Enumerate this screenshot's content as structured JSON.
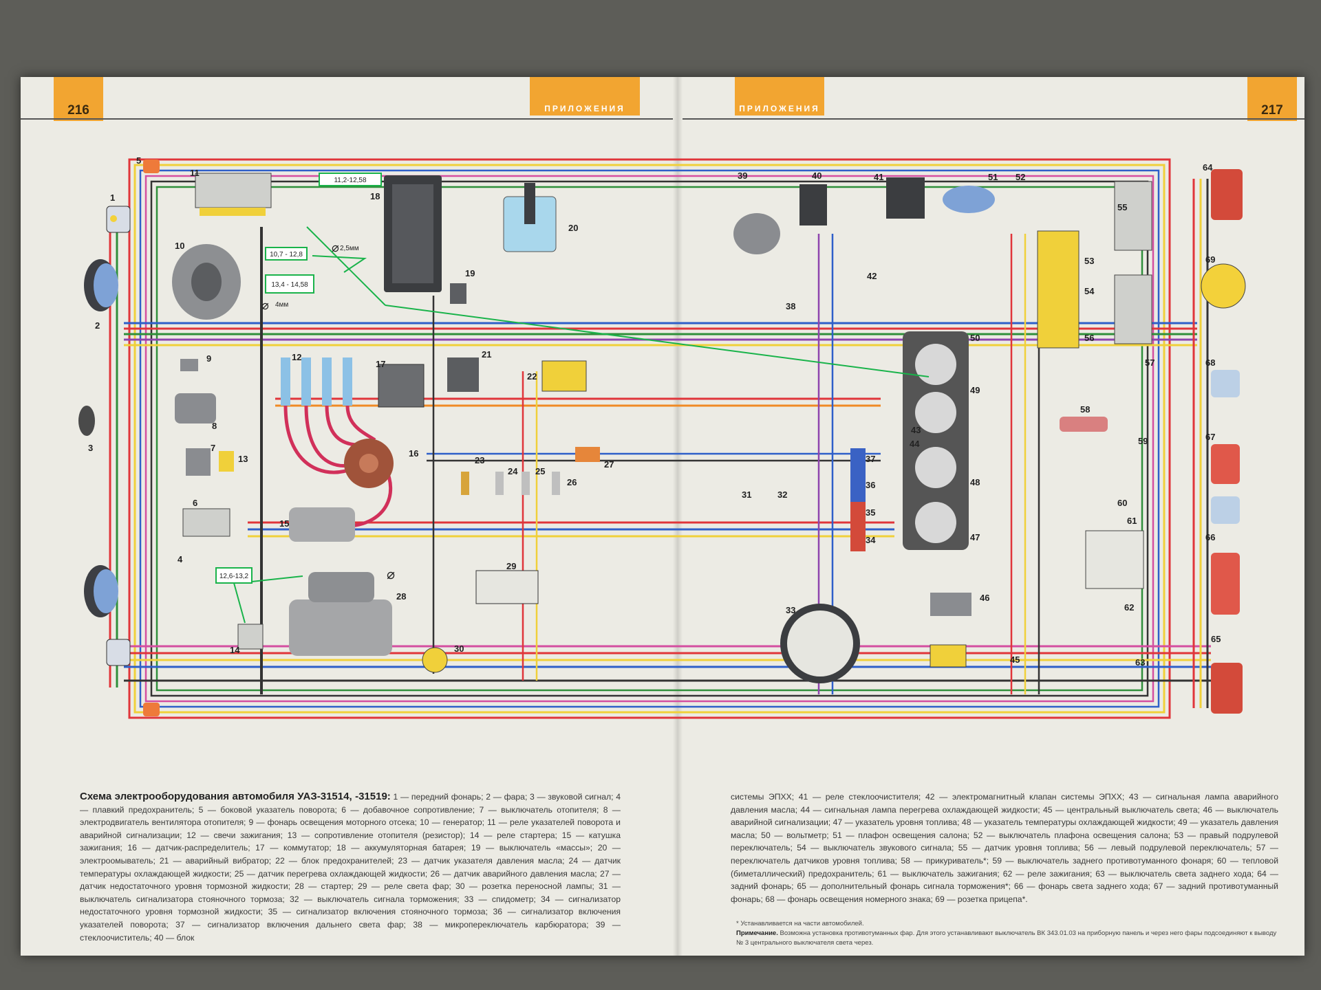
{
  "page": {
    "left_number": "216",
    "right_number": "217",
    "section_left": "ПРИЛОЖЕНИЯ",
    "section_right": "ПРИЛОЖЕНИЯ"
  },
  "annotations": [
    {
      "id": "ann-battery-voltage",
      "text": "11,2-12,58"
    },
    {
      "id": "ann-generator-voltage-1",
      "text": "10,7 - 12,8"
    },
    {
      "id": "ann-generator-voltage-2",
      "text": "13,4 - 14,58"
    },
    {
      "id": "ann-starter-voltage",
      "text": "12,6-13,2"
    },
    {
      "id": "ann-wire-25",
      "text": "2,5мм"
    },
    {
      "id": "ann-wire-4",
      "text": "4мм"
    }
  ],
  "component_numbers": [
    "1",
    "2",
    "3",
    "4",
    "5",
    "6",
    "7",
    "8",
    "9",
    "10",
    "11",
    "12",
    "13",
    "14",
    "15",
    "16",
    "17",
    "18",
    "19",
    "20",
    "21",
    "22",
    "23",
    "24",
    "25",
    "26",
    "27",
    "28",
    "29",
    "30",
    "31",
    "32",
    "33",
    "34",
    "35",
    "36",
    "37",
    "38",
    "39",
    "40",
    "41",
    "42",
    "43",
    "44",
    "45",
    "46",
    "47",
    "48",
    "49",
    "50",
    "51",
    "52",
    "53",
    "54",
    "55",
    "56",
    "57",
    "58",
    "59",
    "60",
    "61",
    "62",
    "63",
    "64",
    "65",
    "66",
    "67",
    "68",
    "69"
  ],
  "caption": {
    "title": "Схема электрооборудования автомобиля УАЗ-31514, -31519:",
    "left_text": "1 — передний фонарь; 2 — фара; 3 — звуковой сигнал; 4 — плавкий предохранитель; 5 — боковой указатель поворота; 6 — добавочное сопротивление; 7 — выключатель отопителя; 8 — электродвигатель вентилятора отопителя; 9 — фонарь освещения моторного отсека; 10 — генератор; 11 — реле указателей поворота и аварийной сигнализации; 12 — свечи зажигания; 13 — сопротивление отопителя (резистор); 14 — реле стартера; 15 — катушка зажигания; 16 — датчик-распределитель; 17 — коммутатор; 18 — аккумуляторная батарея; 19 — выключатель «массы»; 20 — электроомыватель; 21 — аварийный вибратор; 22 — блок предохранителей; 23 — датчик указателя давления масла; 24 — датчик температуры охлаждающей жидкости; 25 — датчик перегрева охлаждающей жидкости; 26 — датчик аварийного давления масла; 27 — датчик недостаточного уровня тормозной жидкости; 28 — стартер; 29 — реле света фар; 30 — розетка переносной лампы; 31 — выключатель сигнализатора стояночного тормоза; 32 — выключатель сигнала торможения; 33 — спидометр; 34 — сигнализатор недостаточного уровня тормозной жидкости; 35 — сигнализатор включения стояночного тормоза; 36 — сигнализатор включения указателей поворота; 37 — сигнализатор включения дальнего света фар; 38 — микропереключатель карбюратора; 39 — стеклоочиститель; 40 — блок",
    "right_text": "системы ЭПХХ; 41 — реле стеклоочистителя; 42 — электромагнитный клапан системы ЭПХХ; 43 — сигнальная лампа аварийного давления масла; 44 — сигнальная лампа перегрева охлаждающей жидкости; 45 — центральный выключатель света; 46 — выключатель аварийной сигнализации; 47 — указатель уровня топлива; 48 — указатель температуры охлаждающей жидкости; 49 — указатель давления масла; 50 — вольтметр; 51 — плафон освещения салона; 52 — выключатель плафона освещения салона; 53 — правый подрулевой переключатель; 54 — выключатель звукового сигнала; 55 — датчик уровня топлива; 56 — левый подрулевой переключатель; 57 — переключатель датчиков уровня топлива; 58 — прикуриватель*; 59 — выключатель заднего противотуманного фонаря; 60 — тепловой (биметаллический) предохранитель; 61 — выключатель зажигания; 62 — реле зажигания; 63 — выключатель света заднего хода; 64 — задний фонарь; 65 — дополнительный фонарь сигнала торможения*; 66 — фонарь света заднего хода; 67 — задний противотуманный фонарь; 68 — фонарь освещения номерного знака; 69 — розетка прицепа*.",
    "footnote": "* Устанавливается на части автомобилей.",
    "note_label": "Примечание.",
    "note_text": "Возможна установка противотуманных фар. Для этого устанавливают выключатель ВК 343.01.03 на приборную панель и через него фары подсоединяют к выводу № 3 центрального выключателя света через."
  },
  "colors": {
    "sheet": "#ecebe4",
    "tab": "#f2a531",
    "annotation": "#19b34a",
    "wire_colors": [
      "#e0353a",
      "#2e5fc9",
      "#f0d03a",
      "#2f8f3a",
      "#d44ea0",
      "#333333",
      "#8a6a3a",
      "#8e44ad",
      "#f08a24"
    ]
  }
}
